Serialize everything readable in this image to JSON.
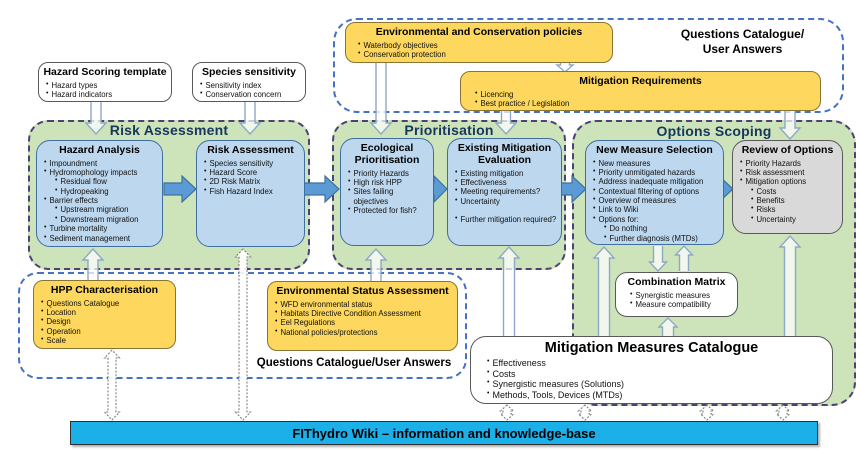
{
  "colors": {
    "green_section_fill": "#cde3ba",
    "purple_dashed_border": "#4b4276",
    "blue_dashed_border": "#4472c4",
    "navy_title": "#17365d",
    "blue_box_fill": "#bdd7ee",
    "yellow_box_fill": "#fdd75e",
    "flow_arrow_fill": "#5b9bd5",
    "wiki_bar_fill": "#1bb0e8"
  },
  "top_inputs": {
    "hazard_scoring": {
      "title": "Hazard Scoring template",
      "items": [
        "Hazard types",
        "Hazard indicators"
      ]
    },
    "species_sensitivity": {
      "title": "Species sensitivity",
      "items": [
        "Sensitivity index",
        "Conservation concern"
      ]
    }
  },
  "top_catalogue": {
    "label_line1": "Questions Catalogue/",
    "label_line2": "User Answers",
    "policies": {
      "title": "Environmental and Conservation policies",
      "items": [
        "Waterbody objectives",
        "Conservation protection"
      ]
    },
    "mitigation_requirements": {
      "title": "Mitigation Requirements",
      "items": [
        "Licencing",
        "Best practice / Legislation"
      ]
    }
  },
  "sections": {
    "risk_assessment": {
      "title": "Risk Assessment",
      "hazard_analysis": {
        "title": "Hazard Analysis",
        "items": [
          "Impoundment",
          "Hydromophology impacts",
          "> Residual flow",
          "> Hydropeaking",
          "Barrier effects",
          "> Upstream migration",
          "> Downstream migration",
          "Turbine mortality",
          "Sediment management"
        ]
      },
      "risk_assessment_box": {
        "title": "Risk Assessment",
        "items": [
          "Species sensitivity",
          "Hazard Score",
          "2D Risk Matrix",
          "Fish Hazard Index"
        ]
      }
    },
    "prioritisation": {
      "title": "Prioritisation",
      "ecological_prioritisation": {
        "title": "Ecological Prioritisation",
        "items": [
          "Priority Hazards",
          "High risk HPP",
          "Sites failing objectives",
          "Protected for fish?"
        ]
      },
      "existing_mitigation_evaluation": {
        "title": "Existing Mitigation Evaluation",
        "items": [
          "Existing mitigation",
          "Effectiveness",
          "Meeting requirements?",
          "Uncertainty",
          "",
          "Further mitigation required?"
        ]
      }
    },
    "options_scoping": {
      "title": "Options Scoping",
      "new_measure_selection": {
        "title": "New Measure Selection",
        "items": [
          "New measures",
          "Priority unmitigated hazards",
          "Address inadequate mitigation",
          "Contextual filtering of options",
          "Overview of measures",
          "Link to Wiki",
          "Options for:",
          "> Do nothing",
          "> Further diagnosis (MTDs)"
        ]
      },
      "review_of_options": {
        "title": "Review of Options",
        "items": [
          "Priority Hazards",
          "Risk assessment",
          "Mitigation options",
          "> Costs",
          "> Benefits",
          "> Risks",
          "> Uncertainty"
        ]
      },
      "combination_matrix": {
        "title": "Combination Matrix",
        "items": [
          "Synergistic measures",
          "Measure compatibility"
        ]
      }
    }
  },
  "bottom_catalogue": {
    "label": "Questions Catalogue/User Answers",
    "hpp_characterisation": {
      "title": "HPP Characterisation",
      "items": [
        "Questions Catalogue",
        "Location",
        "Design",
        "Operation",
        "Scale"
      ]
    },
    "environmental_status_assessment": {
      "title": "Environmental Status Assessment",
      "items": [
        "WFD environmental status",
        "Habitats Directive Condition Assessment",
        "Eel Regulations",
        "National policies/protections"
      ]
    }
  },
  "mitigation_measures_catalogue": {
    "title": "Mitigation Measures Catalogue",
    "items": [
      "Effectiveness",
      "Costs",
      "Synergistic measures (Solutions)",
      "Methods, Tools, Devices (MTDs)"
    ]
  },
  "wiki_bar": {
    "label": "FIThydro Wiki – information and knowledge-base"
  }
}
